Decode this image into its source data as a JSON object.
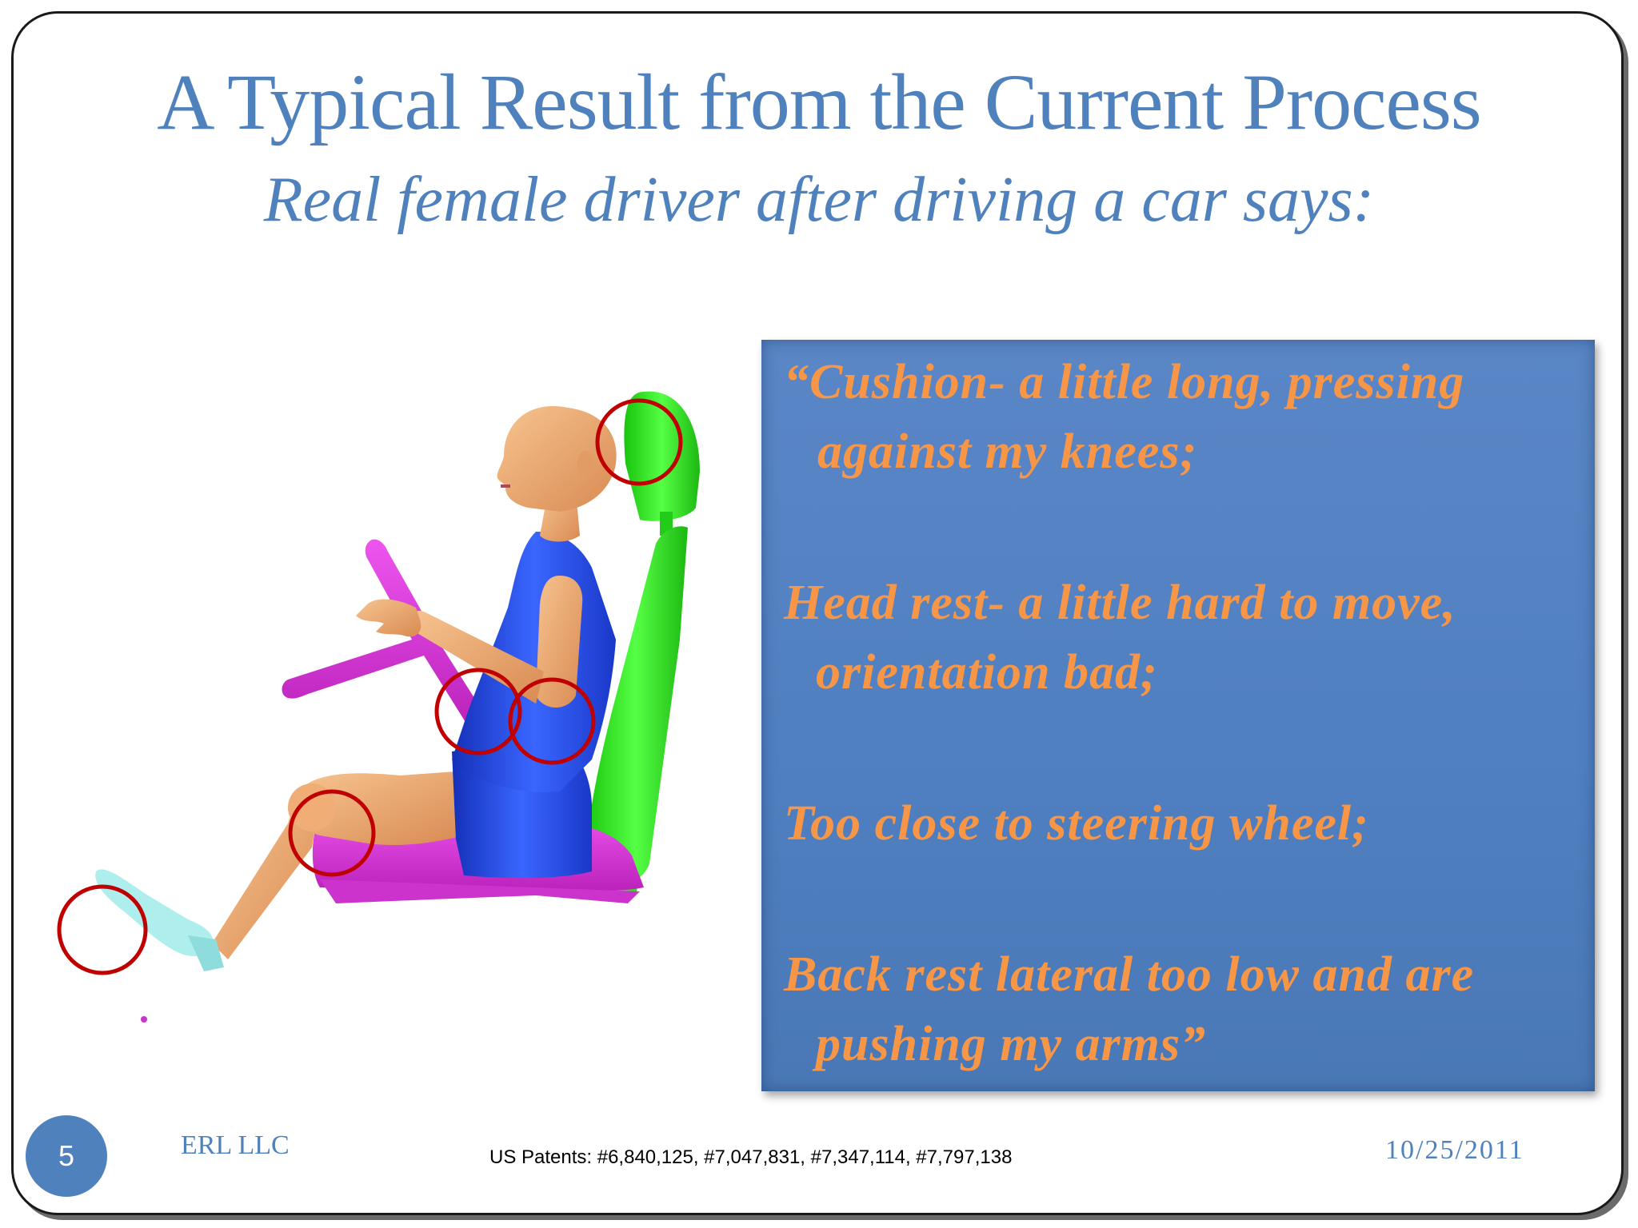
{
  "slide": {
    "title": "A Typical Result from the Current Process",
    "subtitle": "Real female driver after driving a car says:",
    "quotes": [
      "“Cushion- a little long, pressing against my knees;",
      "Head rest- a little hard to move, orientation bad;",
      "Too close to steering wheel;",
      "Back rest lateral too low and are pushing my arms”"
    ],
    "colors": {
      "title": "#4f81bd",
      "quote_text": "#f79646",
      "quote_box": "#4f7fc0",
      "seat": "#33ee22",
      "cushion": "#dd33dd",
      "shirt": "#2244dd",
      "skin": "#f2b07a",
      "marker_circle": "#c00000"
    }
  },
  "footer": {
    "page_number": "5",
    "organization": "ERL LLC",
    "patents": "US Patents:  #6,840,125, #7,047,831, #7,347,114, #7,797,138",
    "date": "10/25/2011"
  }
}
